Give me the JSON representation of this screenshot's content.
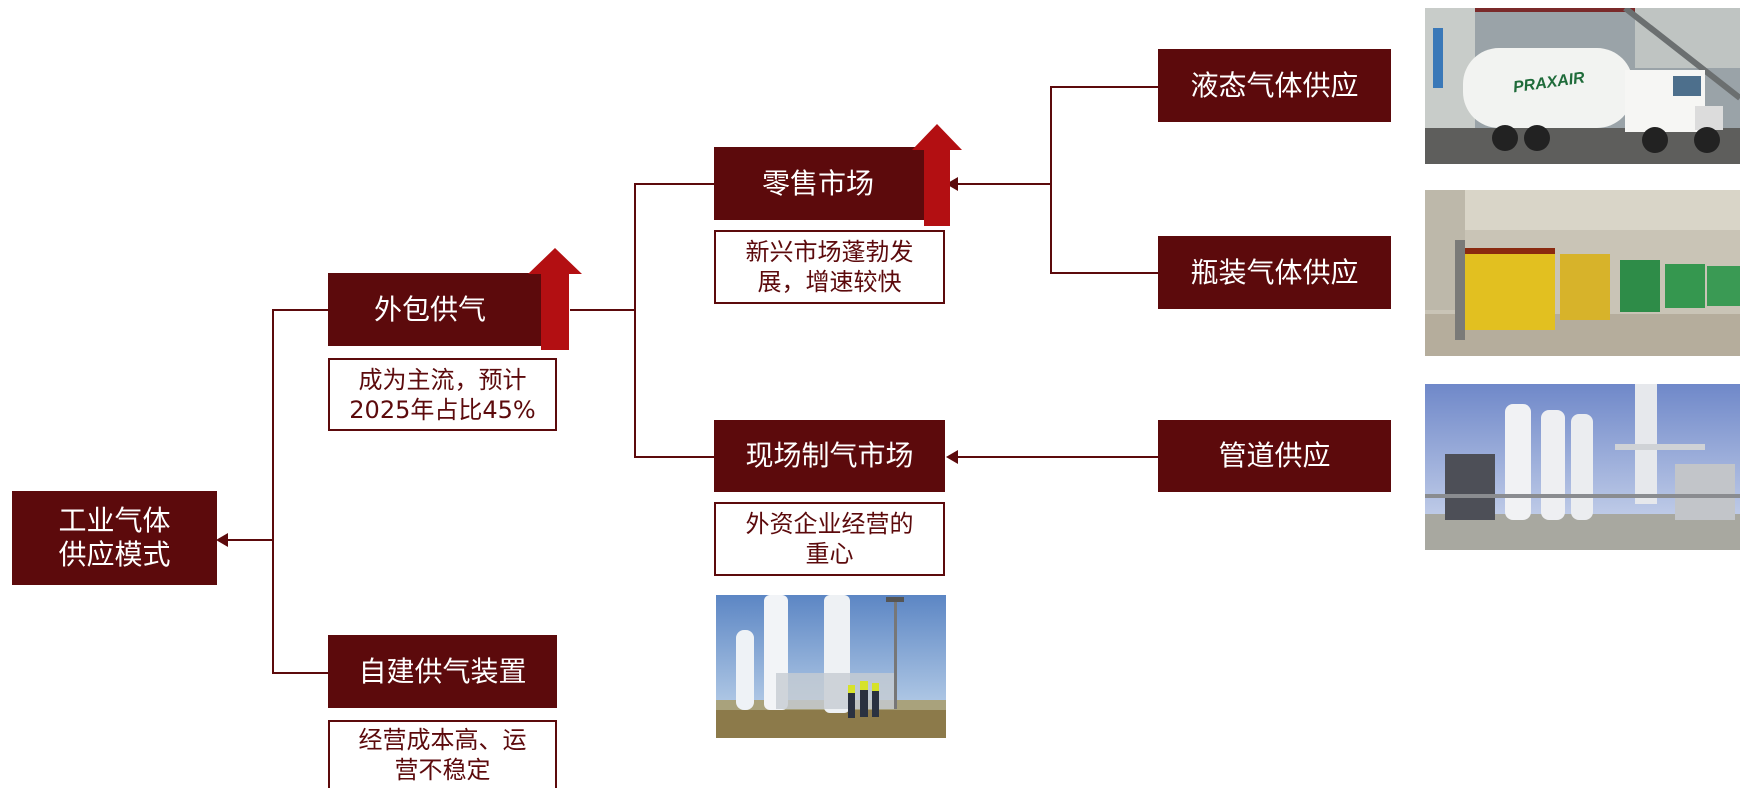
{
  "root": {
    "label": "工业气体\n供应模式"
  },
  "outsourced": {
    "label": "外包供气",
    "note": "成为主流，预计\n2025年占比45%"
  },
  "selfbuilt": {
    "label": "自建供气装置",
    "note": "经营成本高、运\n营不稳定"
  },
  "retail": {
    "label": "零售市场",
    "note": "新兴市场蓬勃发\n展，增速较快"
  },
  "onsite": {
    "label": "现场制气市场",
    "note": "外资企业经营的\n重心"
  },
  "supply": {
    "liquid": "液态气体供应",
    "bottled": "瓶装气体供应",
    "pipeline": "管道供应"
  },
  "truck_logo": "PRAXAIR",
  "colors": {
    "dark": "#5c0a0c",
    "arrow": "#b30f12"
  }
}
